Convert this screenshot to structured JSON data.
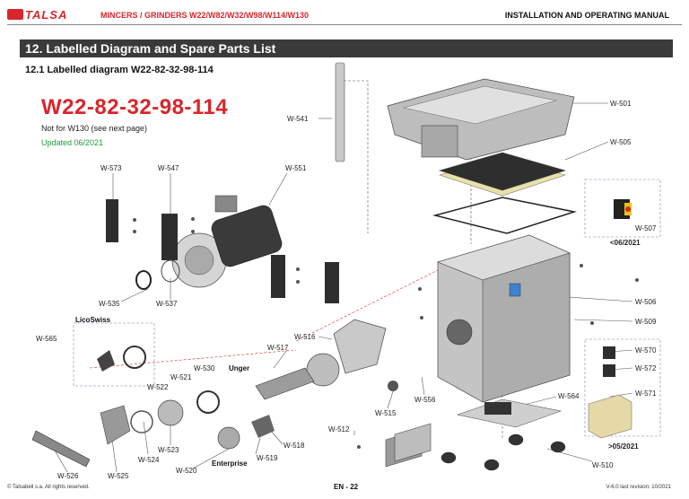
{
  "header": {
    "logo": "TALSA",
    "subtitle": "MINCERS / GRINDERS W22/W82/W32/W98/W114/W130",
    "right": "INSTALLATION AND OPERATING MANUAL"
  },
  "section_title": "12. Labelled Diagram and Spare Parts List",
  "subsection_title": "12.1 Labelled diagram W22-82-32-98-114",
  "model_heading": "W22-82-32-98-114",
  "note": "Not for W130 (see next page)",
  "updated": "Updated 06/2021",
  "brands": {
    "licoswiss": "LicoSwiss",
    "unger": "Unger",
    "enterprise": "Enterprise"
  },
  "labels": {
    "w541": "W-541",
    "w501": "W-501",
    "w505": "W-505",
    "w573": "W-573",
    "w547": "W-547",
    "w551": "W-551",
    "w507": "W-507",
    "d0621": "<06/2021",
    "w506": "W-506",
    "w509": "W-509",
    "w535": "W-535",
    "w537": "W-537",
    "w565": "W-565",
    "w516": "W-516",
    "w517": "W-517",
    "w570": "W-570",
    "w572": "W-572",
    "w530": "W-530",
    "w521": "W-521",
    "w522": "W-522",
    "w571": "W-571",
    "w556": "W-556",
    "w564": "W-564",
    "w515": "W-515",
    "w512": "W-512",
    "w523": "W-523",
    "w524": "W-524",
    "w518": "W-518",
    "w519": "W-519",
    "d0521": ">05/2021",
    "w510": "W-510",
    "w526": "W-526",
    "w525": "W-525",
    "w520": "W-520"
  },
  "footer": {
    "copyright": "© Talsabell s.a. All rights reserved.",
    "page": "EN - 22",
    "version": "V-6.0 last revision: 10/2021"
  },
  "colors": {
    "brand_red": "#d8262b",
    "section_bar": "#3a3a3a",
    "updated_green": "#1d9c3a"
  }
}
